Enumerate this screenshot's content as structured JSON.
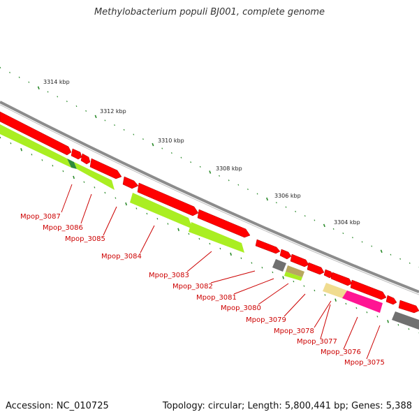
{
  "title": "Methylobacterium populi BJ001, complete genome",
  "footer": {
    "accession": "Accession: NC_010725",
    "summary": "Topology: circular; Length: 5,800,441 bp; Genes: 5,388"
  },
  "scale_labels": [
    "3314 kbp",
    "3312 kbp",
    "3310 kbp",
    "3308 kbp",
    "3306 kbp",
    "3304 kbp"
  ],
  "gene_labels": [
    "Mpop_3087",
    "Mpop_3086",
    "Mpop_3085",
    "Mpop_3084",
    "Mpop_3083",
    "Mpop_3082",
    "Mpop_3081",
    "Mpop_3080",
    "Mpop_3079",
    "Mpop_3078",
    "Mpop_3077",
    "Mpop_3076",
    "Mpop_3075"
  ],
  "colors": {
    "backbone": "#8c8c8c",
    "cds_forward": "#ff0000",
    "cds_reverse": "#aaee22",
    "highlight_green": "#2e8b3a",
    "grey_feature": "#707070",
    "olive_feature": "#b8a860",
    "tan_feature": "#f0dc90",
    "magenta_feature": "#ff1493",
    "ticks": "#2a8a2a",
    "label": "#cc0000"
  }
}
